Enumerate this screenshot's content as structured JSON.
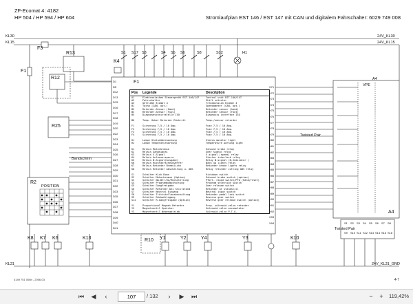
{
  "header": {
    "line1": "ZF-Ecomat 4: 4182",
    "line2": "HP 504 / HP 594 / HP 604",
    "right": "Stromlaufplan EST 146 / EST 147 mit CAN und digitalem Fahrschalter:  6029 749 008"
  },
  "labels": {
    "kl30": "KL30",
    "kl15": "KL15",
    "kl31": "KL31",
    "v24_30": "24V_KL30",
    "v24_15": "24V_KL15",
    "v24_31": "24V_KL31_GND",
    "f1": "F1",
    "f3": "F3",
    "r13": "R13",
    "r12": "R12",
    "r25": "R25",
    "r2": "R2",
    "a4": "A4",
    "a4b": "A4",
    "vpe": "VPE",
    "k4": "K4",
    "s1": "S1",
    "s17": "S17",
    "s3": "S3",
    "s4": "S4",
    "s5": "S5",
    "s6": "S6",
    "s8": "S8",
    "s12": "S12",
    "h1": "H1",
    "k8": "K8",
    "k7": "K7",
    "k6": "K6",
    "k13": "K13",
    "y1": "Y1",
    "y2": "Y2",
    "y4": "Y4",
    "y3": "Y3",
    "k10": "K10",
    "r10": "R10",
    "est_f1": "F1",
    "twisted1": "Twisted Pair",
    "twisted2": "Twisted Pair",
    "position": "POSITION",
    "bandschirm": "Bandschirm"
  },
  "legend": {
    "col_pos": "Pos",
    "col_legende": "Legende",
    "col_desc": "Description",
    "rows": [
      [
        "A1",
        "Elektronisches Steuergerät EST-146/147",
        "Control unit EST-146/147"
      ],
      [
        "A2",
        "Fahrschalter",
        "Shift selector"
      ],
      [
        "A3",
        "Getriebe Ecomat 4",
        "Transmission Ecomat 4"
      ],
      [
        "B1",
        "Tacho (CAN, opt.)",
        "Speedometer (CAN, opt.)"
      ],
      [
        "B2",
        "Retarder-Sensor (Hand)",
        "Retarder sensor (hand)"
      ],
      [
        "B3",
        "Retarder-Sensor (Fuss)",
        "Retarder sensor (foot)"
      ],
      [
        "B5",
        "Diagnoseschnittstelle ISO",
        "Diagnosis interface ISO"
      ],
      [
        "",
        "",
        ""
      ],
      [
        "B6",
        "Temp. Geber Retarder Rückritt",
        "Temp./sensor retarder"
      ],
      [
        "",
        "",
        ""
      ],
      [
        "F1",
        "Sicherung 7,5 / 10 Amp.",
        "Fuse 7,5 / 10 Amp."
      ],
      [
        "F2",
        "Sicherung 7,5 / 10 Amp.",
        "Fuse 7,5 / 10 Amp."
      ],
      [
        "F3",
        "Sicherung 7,5 / 10 Amp.",
        "Fuse 7,5 / 10 Amp."
      ],
      [
        "F4",
        "Sicherung 7,5 / 10 Amp.",
        "Fuse 7,5 / 10 Amp."
      ],
      [
        "",
        "",
        ""
      ],
      [
        "H1",
        "Lampe Statusüberwachung",
        "Status monitor light"
      ],
      [
        "H2",
        "Lampe Temperaturwarnung",
        "Temperature warning light"
      ],
      [
        "",
        "",
        ""
      ],
      [
        "K1",
        "Relais Motorbremse",
        "Exhaust brake relay"
      ],
      [
        "K2",
        "Relais Gangsignal",
        "Gear signal relay"
      ],
      [
        "K3",
        "Relais V-Signal",
        "V-signal (speed) relay"
      ],
      [
        "K4",
        "Relais Anlassersperre",
        "Starter interlock relay"
      ],
      [
        "K5",
        "Relais N-Signal(Ausgabe)",
        "Relay N-signal (N-Indicator )"
      ],
      [
        "K6",
        "Relais Rückfahrscheinwerfer",
        "Back up lights relay"
      ],
      [
        "K7",
        "Relais Retarder Bremslicht",
        "Retarder brake lights relay"
      ],
      [
        "K8",
        "Relais Retarder Abschaltung u. ABS",
        "Relay retarder cutting ABS relay"
      ],
      [
        "",
        "",
        ""
      ],
      [
        "S1",
        "Schalter Kick Down",
        "Kickdown switch"
      ],
      [
        "S2",
        "Schalter Motorbremse (Option)",
        "Exhaust brake switch (option)"
      ],
      [
        "S3",
        "Schalter NA-Wtr-Ra/Rückstellung",
        "PTO/t. rapid switch/PTO (Hand/reset)"
      ],
      [
        "S4",
        "Schalter Programmumschaltung",
        "Program selection switch"
      ],
      [
        "S5",
        "Schalter Gangfreigabe",
        "Gear release switch"
      ],
      [
        "S6",
        "Schalter Retarder bei Stillstand",
        "Retarder at standstill"
      ],
      [
        "S7",
        "Schalter Neutral Eingang",
        "Neutral input switch"
      ],
      [
        "S8",
        "Schalter Trittstellenabschaltung",
        "Retarder pedal lock switch"
      ],
      [
        "S9",
        "Schalter Rückwärtsgang",
        "Reverse gear switch"
      ],
      [
        "S12",
        "Schalter R-Gangfreigabe (Option)",
        "Reverse gear release switch (option)"
      ],
      [
        "",
        "",
        ""
      ],
      [
        "Y1",
        "Proportional Magnet Retarder",
        "Prop. solenoid valve retarder"
      ],
      [
        "Y2",
        "Magnetventil Speicher",
        "Solenoid valve accumulator"
      ],
      [
        "Y3",
        "Magnetventil Nebenabtrieb",
        "Solenoid valve P.T.O."
      ]
    ]
  },
  "pins_left": [
    "D1",
    "D5",
    "D12",
    "D13",
    "D15",
    "D16",
    "D17",
    "D18",
    "D19",
    "D20",
    "D22",
    "D23",
    "D24",
    "D25",
    "D26",
    "D27",
    "D28",
    "D29",
    "D30",
    "D31",
    "D32",
    "D33",
    "D35",
    "D36",
    "D37",
    "D38",
    "D39",
    "D40",
    "D41"
  ],
  "pins_right": [
    "X71",
    "X72",
    "X73",
    "X74",
    "X75",
    "X76",
    "X77",
    "X78",
    "X79",
    "X80",
    "X81",
    "X82",
    "X83",
    "X84",
    "X85",
    "X86",
    "X87",
    "X88",
    "X89",
    "X90",
    "X91",
    "X92",
    "X93",
    "X94"
  ],
  "vpe_pins": [
    "S1",
    "S2",
    "S3",
    "S4",
    "S5",
    "S6",
    "S7",
    "S8",
    "S9",
    "S10",
    "S11",
    "S12",
    "S13",
    "S14",
    "S15",
    "S16"
  ],
  "footer": {
    "left": "4149 751 006b - 2006-03",
    "right": "4-7"
  },
  "toolbar": {
    "page_current": "107",
    "page_total": "/ 132",
    "zoom": "119,42%"
  }
}
